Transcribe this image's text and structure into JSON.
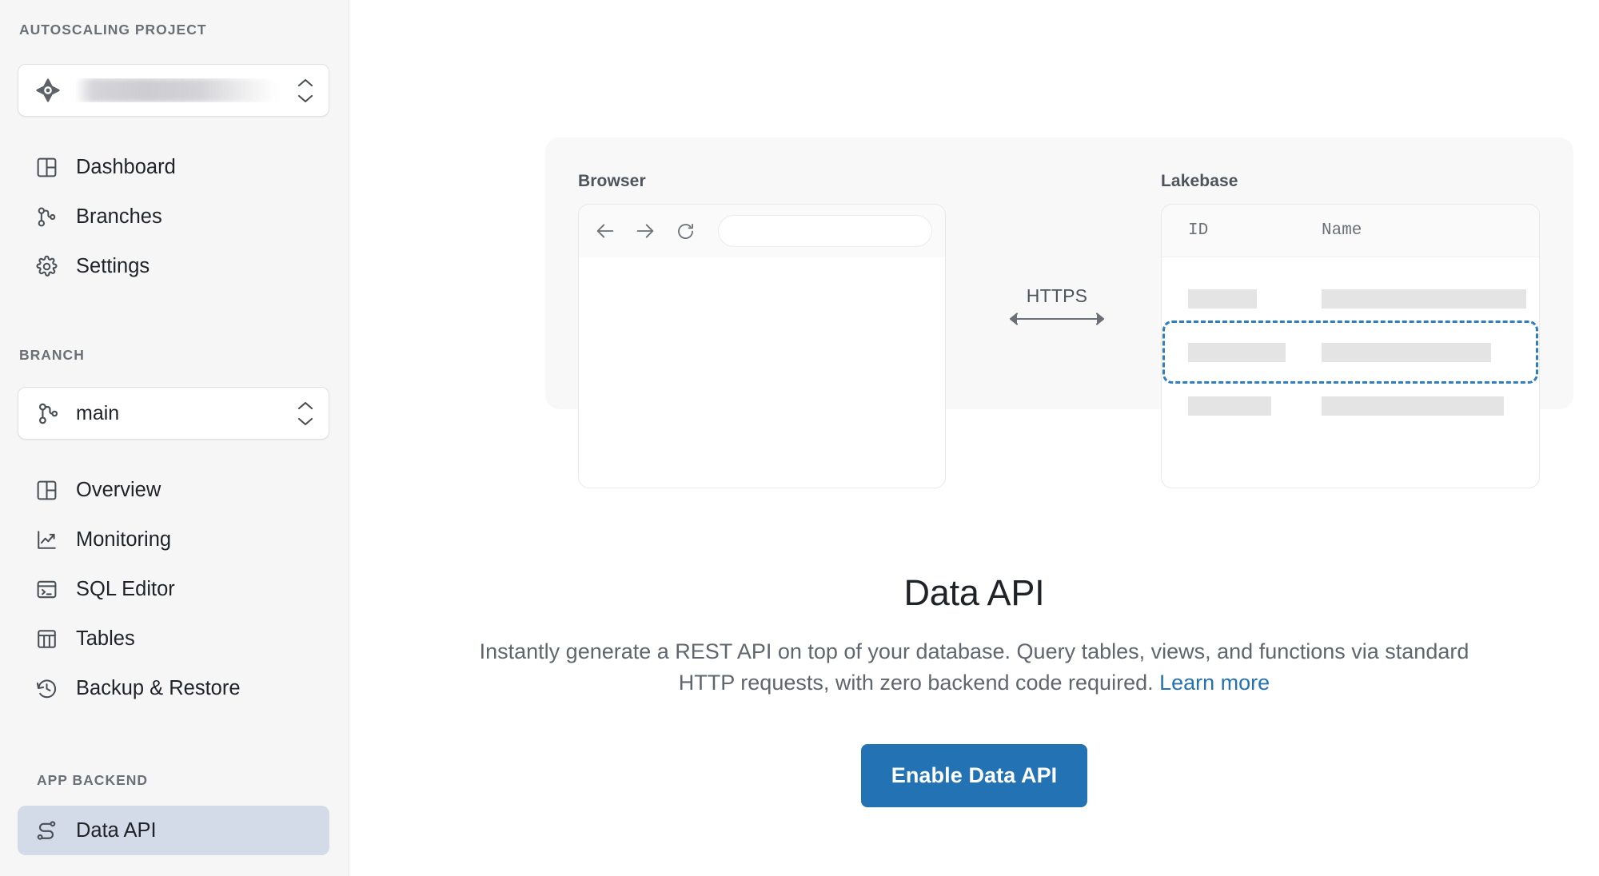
{
  "sidebar": {
    "project_section_label": "AUTOSCALING PROJECT",
    "project_selector": {
      "icon": "project-diamond-icon",
      "value": "",
      "redacted": true,
      "chevron_icon": "chevron-up-down-icon"
    },
    "project_nav": [
      {
        "label": "Dashboard",
        "icon": "dashboard-grid-icon",
        "active": false
      },
      {
        "label": "Branches",
        "icon": "branches-icon",
        "active": false
      },
      {
        "label": "Settings",
        "icon": "gear-icon",
        "active": false
      }
    ],
    "branch_section_label": "BRANCH",
    "branch_selector": {
      "icon": "branches-icon",
      "value": "main",
      "chevron_icon": "chevron-up-down-icon"
    },
    "branch_nav": [
      {
        "label": "Overview",
        "icon": "dashboard-grid-icon",
        "active": false
      },
      {
        "label": "Monitoring",
        "icon": "line-chart-icon",
        "active": false
      },
      {
        "label": "SQL Editor",
        "icon": "terminal-icon",
        "active": false
      },
      {
        "label": "Tables",
        "icon": "table-columns-icon",
        "active": false
      },
      {
        "label": "Backup & Restore",
        "icon": "clock-restore-icon",
        "active": false
      }
    ],
    "backend_section_label": "APP BACKEND",
    "backend_nav": [
      {
        "label": "Data API",
        "icon": "data-route-icon",
        "active": true
      }
    ]
  },
  "illustration": {
    "browser": {
      "title": "Browser",
      "back_icon": "arrow-left-icon",
      "forward_icon": "arrow-right-icon",
      "reload_icon": "reload-icon",
      "url_value": ""
    },
    "connector": {
      "label": "HTTPS",
      "icon": "double-arrow-icon"
    },
    "lakebase": {
      "title": "Lakebase",
      "columns": [
        "ID",
        "Name"
      ],
      "rows": [
        {
          "id_width": 86,
          "name_width": 256,
          "highlighted": false
        },
        {
          "id_width": 122,
          "name_width": 212,
          "highlighted": true
        },
        {
          "id_width": 104,
          "name_width": 228,
          "highlighted": false
        }
      ],
      "highlight_color": "#2e7ec2"
    }
  },
  "hero": {
    "title": "Data API",
    "description": "Instantly generate a REST API on top of your database. Query tables, views, and functions via standard HTTP requests, with zero backend code required. ",
    "link_label": "Learn more",
    "cta_label": "Enable Data API",
    "accent_color": "#2272b4"
  }
}
